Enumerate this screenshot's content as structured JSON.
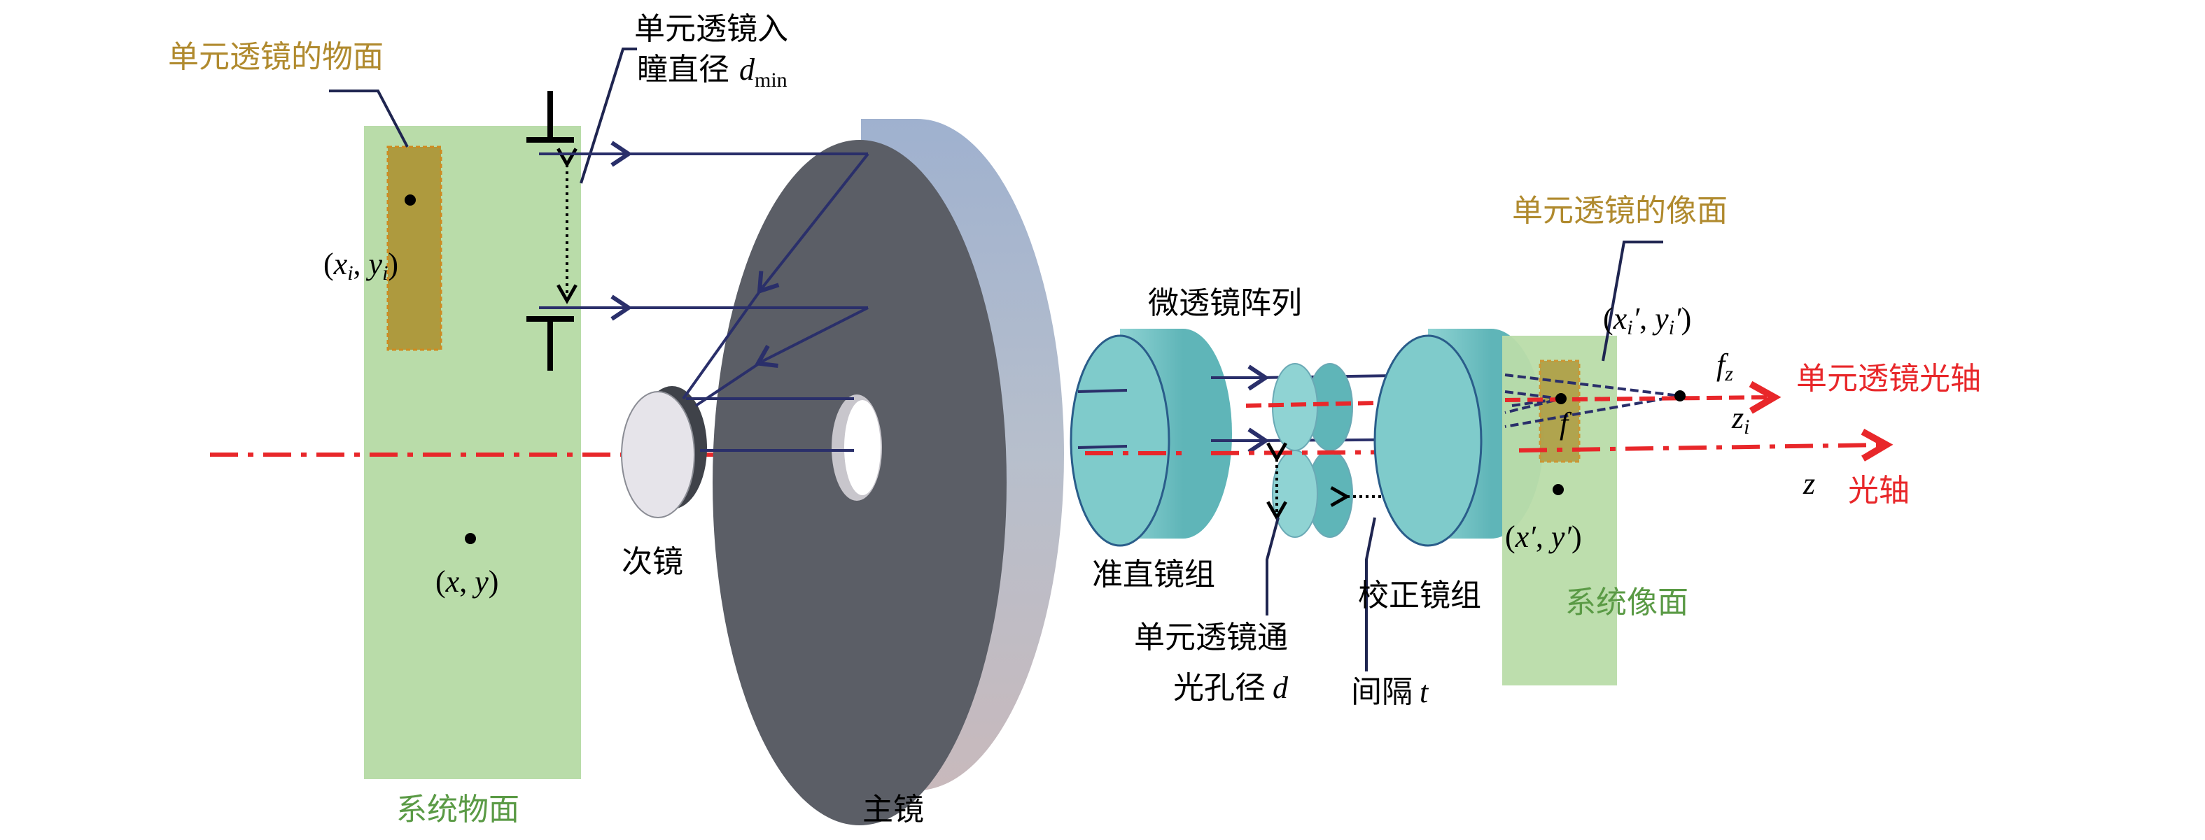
{
  "labels": {
    "object_unit_plane": "单元透镜的物面",
    "entrance_pupil_line1": "单元透镜入",
    "entrance_pupil_line2": "瞳直径",
    "dmin_symbol": "d",
    "dmin_sub": "min",
    "secondary_mirror": "次镜",
    "primary_mirror": "主镜",
    "system_object_plane": "系统物面",
    "microlens_array": "微透镜阵列",
    "collimator_group": "准直镜组",
    "correction_group": "校正镜组",
    "system_image_plane": "系统像面",
    "aperture_line1": "单元透镜通",
    "aperture_line2": "光孔径",
    "aperture_symbol": "d",
    "spacing": "间隔",
    "spacing_symbol": "t",
    "image_unit_plane": "单元透镜的像面",
    "unit_optical_axis": "单元透镜光轴",
    "optical_axis": "光轴",
    "z_symbol": "z",
    "f_symbol": "f",
    "fz": {
      "base": "f",
      "sub": "z"
    },
    "zi": {
      "base": "z",
      "sub": "i"
    },
    "xi_yi": {
      "open": "(",
      "x": "x",
      "xsub": "i",
      "sep": ", ",
      "y": "y",
      "ysub": "i",
      "close": ")"
    },
    "x_y": {
      "open": "(",
      "x": "x",
      "sep": ", ",
      "y": "y",
      "close": ")"
    },
    "xi_yi_prime": {
      "open": "(",
      "x": "x",
      "xsub": "i",
      "xp": "′",
      "sep": ", ",
      "y": "y",
      "ysub": "i",
      "yp": "′",
      "close": ")"
    },
    "x_y_prime": {
      "open": "(",
      "x": "x",
      "xp": "′",
      "sep": ", ",
      "y": "y",
      "yp": "′",
      "close": ")"
    }
  },
  "colors": {
    "plane_green": "#b9dca9",
    "unit_plane_brown": "#ae9a3e",
    "brown_text": "#b08a2e",
    "green_text": "#5a9a45",
    "red": "#e8272a",
    "lens_cyan": "#7cc8c8",
    "mirror_gray": "#5b5e66"
  }
}
